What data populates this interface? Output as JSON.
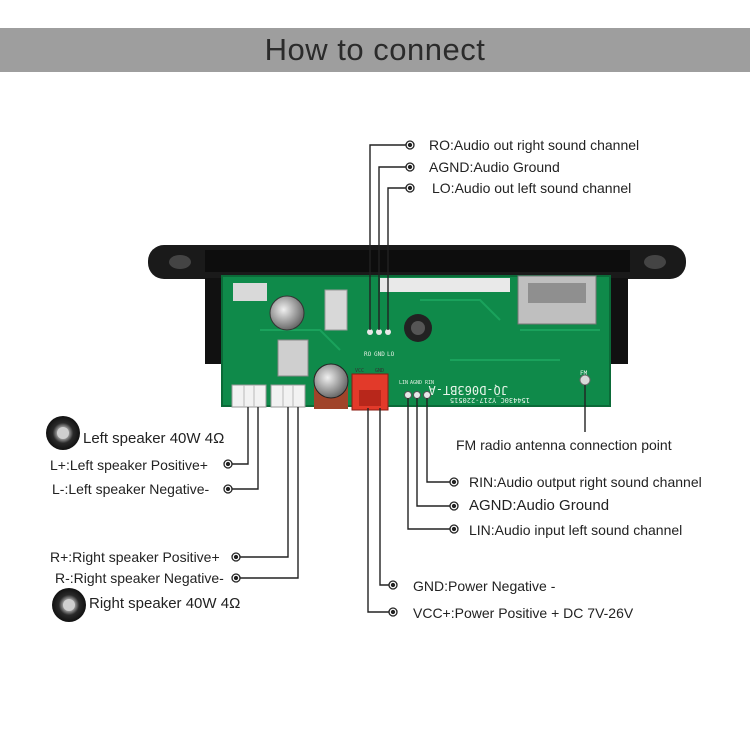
{
  "title": "How to connect",
  "board": {
    "model": "JQ-D063BT-A",
    "code": "154430C_Y217-220515",
    "silk_r": "RO",
    "silk_g": "GND",
    "silk_l": "LO",
    "silk_vcc": "VCC",
    "silk_gnd": "GND",
    "silk_rin": "RIN",
    "silk_agnd": "AGND",
    "silk_lin": "LIN",
    "silk_fm": "FM"
  },
  "labels": {
    "ro": "RO:Audio out right sound channel",
    "agnd_top": "AGND:Audio Ground",
    "lo": "LO:Audio out left sound channel",
    "fm": "FM radio antenna connection point",
    "rin": "RIN:Audio output right sound channel",
    "agnd_bottom": "AGND:Audio Ground",
    "lin": "LIN:Audio input left sound channel",
    "gnd": "GND:Power Negative -",
    "vcc": "VCC+:Power Positive + DC 7V-26V",
    "left_speaker": "Left speaker 40W 4Ω",
    "l_plus": "L+:Left speaker Positive+",
    "l_minus": "L-:Left speaker Negative-",
    "r_plus": "R+:Right speaker Positive+",
    "r_minus": "R-:Right speaker Negative-",
    "right_speaker": "Right speaker 40W 4Ω"
  }
}
